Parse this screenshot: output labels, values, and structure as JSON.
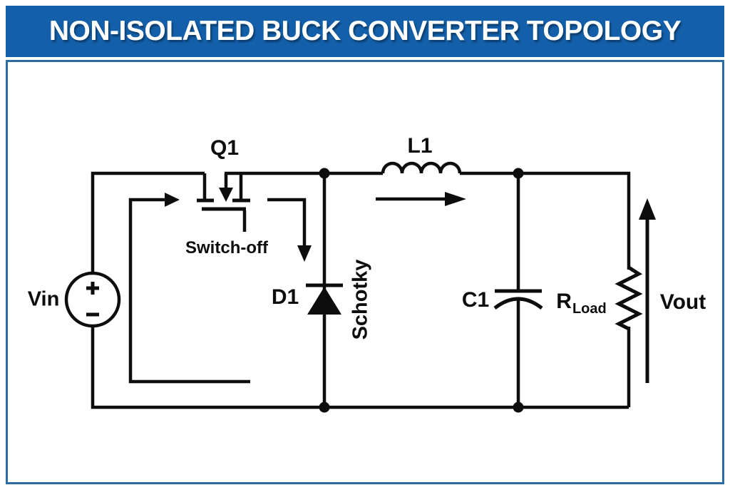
{
  "title": "NON-ISOLATED BUCK CONVERTER TOPOLOGY",
  "colors": {
    "header_bg": "#135fa9",
    "frame_border": "#2d6ba5",
    "wire": "#0d0d0d",
    "title_text": "#ffffff",
    "label_text": "#0d0d0d",
    "background": "#ffffff"
  },
  "diagram": {
    "labels": {
      "q1": "Q1",
      "switch_off": "Switch-off",
      "vin": "Vin",
      "d1": "D1",
      "schottky": "Schotky",
      "l1": "L1",
      "c1": "C1",
      "r_load_main": "R",
      "r_load_sub": "Load",
      "vout": "Vout"
    },
    "components": [
      {
        "designator": "Vin",
        "type": "dc-voltage-source"
      },
      {
        "designator": "Q1",
        "type": "mosfet-switch",
        "note": "Switch-off"
      },
      {
        "designator": "D1",
        "type": "schottky-diode",
        "note": "Schotky"
      },
      {
        "designator": "L1",
        "type": "inductor"
      },
      {
        "designator": "C1",
        "type": "capacitor"
      },
      {
        "designator": "RLoad",
        "type": "load-resistor"
      },
      {
        "designator": "Vout",
        "type": "output-voltage-arrow"
      }
    ]
  }
}
